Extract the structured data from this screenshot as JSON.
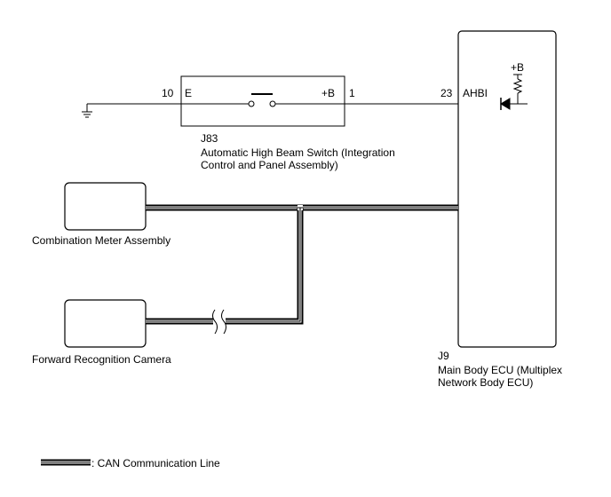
{
  "switch": {
    "connector": "J83",
    "name_line1": "Automatic High Beam Switch (Integration",
    "name_line2": "Control and Panel Assembly)",
    "pin_left_number": "10",
    "pin_left_label": "E",
    "pin_right_label": "+B",
    "pin_right_number": "1"
  },
  "ecu": {
    "connector": "J9",
    "name_line1": "Main Body ECU (Multiplex",
    "name_line2": "Network Body ECU)",
    "pin_number": "23",
    "pin_label": "AHBI",
    "supply_label": "+B"
  },
  "combination_meter": {
    "name": "Combination Meter Assembly"
  },
  "camera": {
    "name": "Forward Recognition Camera"
  },
  "legend": {
    "can_line": ": CAN Communication Line"
  }
}
